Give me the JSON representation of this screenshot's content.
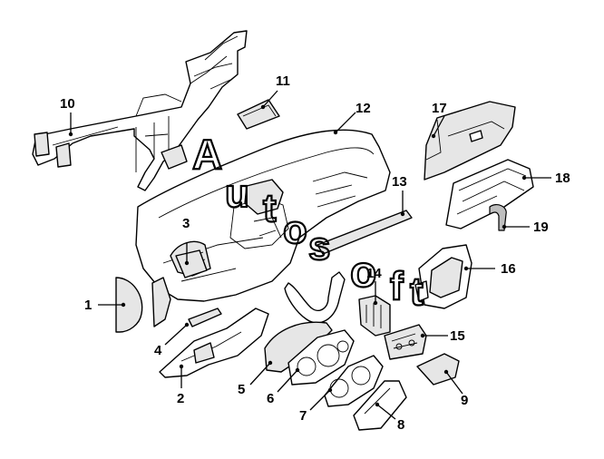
{
  "callouts": [
    {
      "id": "1",
      "label": "1"
    },
    {
      "id": "2",
      "label": "2"
    },
    {
      "id": "3",
      "label": "3"
    },
    {
      "id": "4",
      "label": "4"
    },
    {
      "id": "5",
      "label": "5"
    },
    {
      "id": "6",
      "label": "6"
    },
    {
      "id": "7",
      "label": "7"
    },
    {
      "id": "8",
      "label": "8"
    },
    {
      "id": "9",
      "label": "9"
    },
    {
      "id": "10",
      "label": "10"
    },
    {
      "id": "11",
      "label": "11"
    },
    {
      "id": "12",
      "label": "12"
    },
    {
      "id": "13",
      "label": "13"
    },
    {
      "id": "14",
      "label": "14"
    },
    {
      "id": "15",
      "label": "15"
    },
    {
      "id": "16",
      "label": "16"
    },
    {
      "id": "17",
      "label": "17"
    },
    {
      "id": "18",
      "label": "18"
    },
    {
      "id": "19",
      "label": "19"
    }
  ],
  "watermark": {
    "letters": [
      "A",
      "u",
      "t",
      "o",
      "s",
      "o",
      "f",
      "t"
    ]
  }
}
